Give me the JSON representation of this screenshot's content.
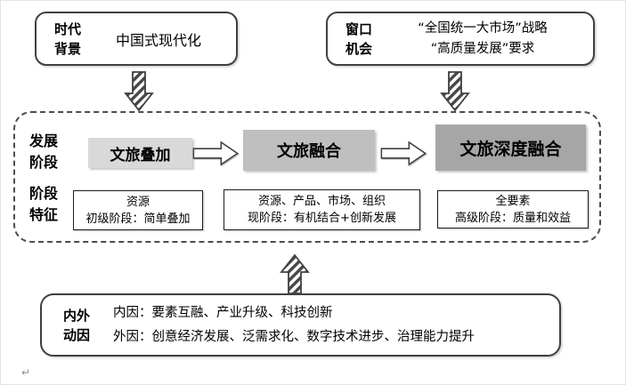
{
  "era_box": {
    "label_lines": [
      "时代",
      "背景"
    ],
    "content": "中国式现代化"
  },
  "window_box": {
    "label_lines": [
      "窗口",
      "机会"
    ],
    "content_lines": [
      "“全国统一大市场”战略",
      "“高质量发展”要求"
    ]
  },
  "stage_panel": {
    "stages_label_lines": [
      "发展",
      "阶段"
    ],
    "features_label_lines": [
      "阶段",
      "特征"
    ],
    "stages": [
      {
        "name": "文旅叠加",
        "bg": "#d9d9d9"
      },
      {
        "name": "文旅融合",
        "bg": "#bfbfbf"
      },
      {
        "name": "文旅深度融合",
        "bg": "#a6a6a6"
      }
    ],
    "features": [
      {
        "line1": "资源",
        "line2": "初级阶段：简单叠加"
      },
      {
        "line1": "资源、产品、市场、组织",
        "line2": "现阶段：有机结合+创新发展"
      },
      {
        "line1": "全要素",
        "line2": "高级阶段：质量和效益"
      }
    ]
  },
  "drivers_box": {
    "label_lines": [
      "内外",
      "动因"
    ],
    "content_lines": [
      "内因：要素互融、产业升级、科技创新",
      "外因：创意经济发展、泛需求化、数字技术进步、治理能力提升"
    ]
  },
  "misc": {
    "paragraph_mark": "↵"
  },
  "colors": {
    "stage1_bg": "#d9d9d9",
    "stage2_bg": "#bfbfbf",
    "stage3_bg": "#a6a6a6",
    "box_border": "#404040",
    "dashed_border": "#4d4d4d"
  }
}
